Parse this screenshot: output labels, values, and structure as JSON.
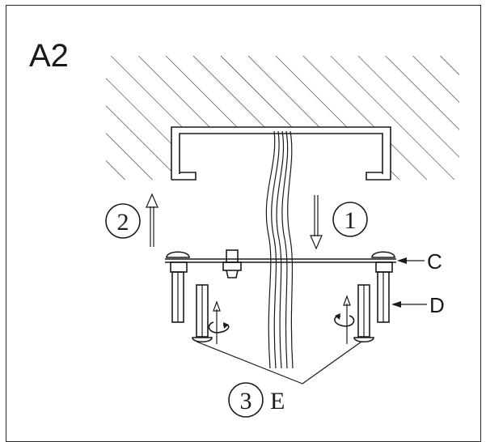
{
  "step_label": "A2",
  "steps": [
    {
      "number": "1"
    },
    {
      "number": "2"
    },
    {
      "number": "3"
    }
  ],
  "callouts": {
    "c": "C",
    "d": "D",
    "e": "E"
  },
  "colors": {
    "line": "#1a1a1a",
    "background": "#ffffff"
  }
}
